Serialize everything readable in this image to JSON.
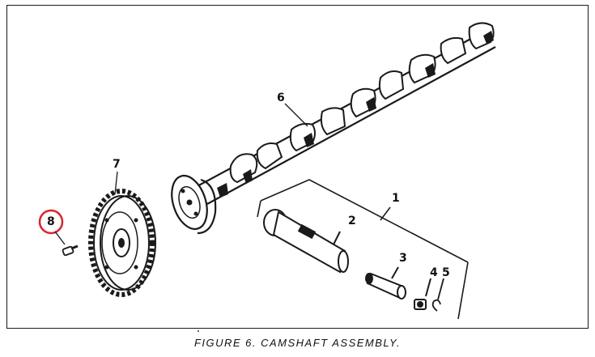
{
  "figure": {
    "caption": "FIGURE 6. CAMSHAFT ASSEMBLY.",
    "highlight_color": "#d8262b",
    "ink_color": "#1a1a1a",
    "callouts": [
      {
        "id": "1",
        "part": "assembly-bracket"
      },
      {
        "id": "2",
        "part": "lifter-body"
      },
      {
        "id": "3",
        "part": "plunger"
      },
      {
        "id": "4",
        "part": "small-nut"
      },
      {
        "id": "5",
        "part": "retaining-clip"
      },
      {
        "id": "6",
        "part": "camshaft"
      },
      {
        "id": "7",
        "part": "camshaft-gear"
      },
      {
        "id": "8",
        "part": "screw",
        "circled": true
      }
    ]
  }
}
